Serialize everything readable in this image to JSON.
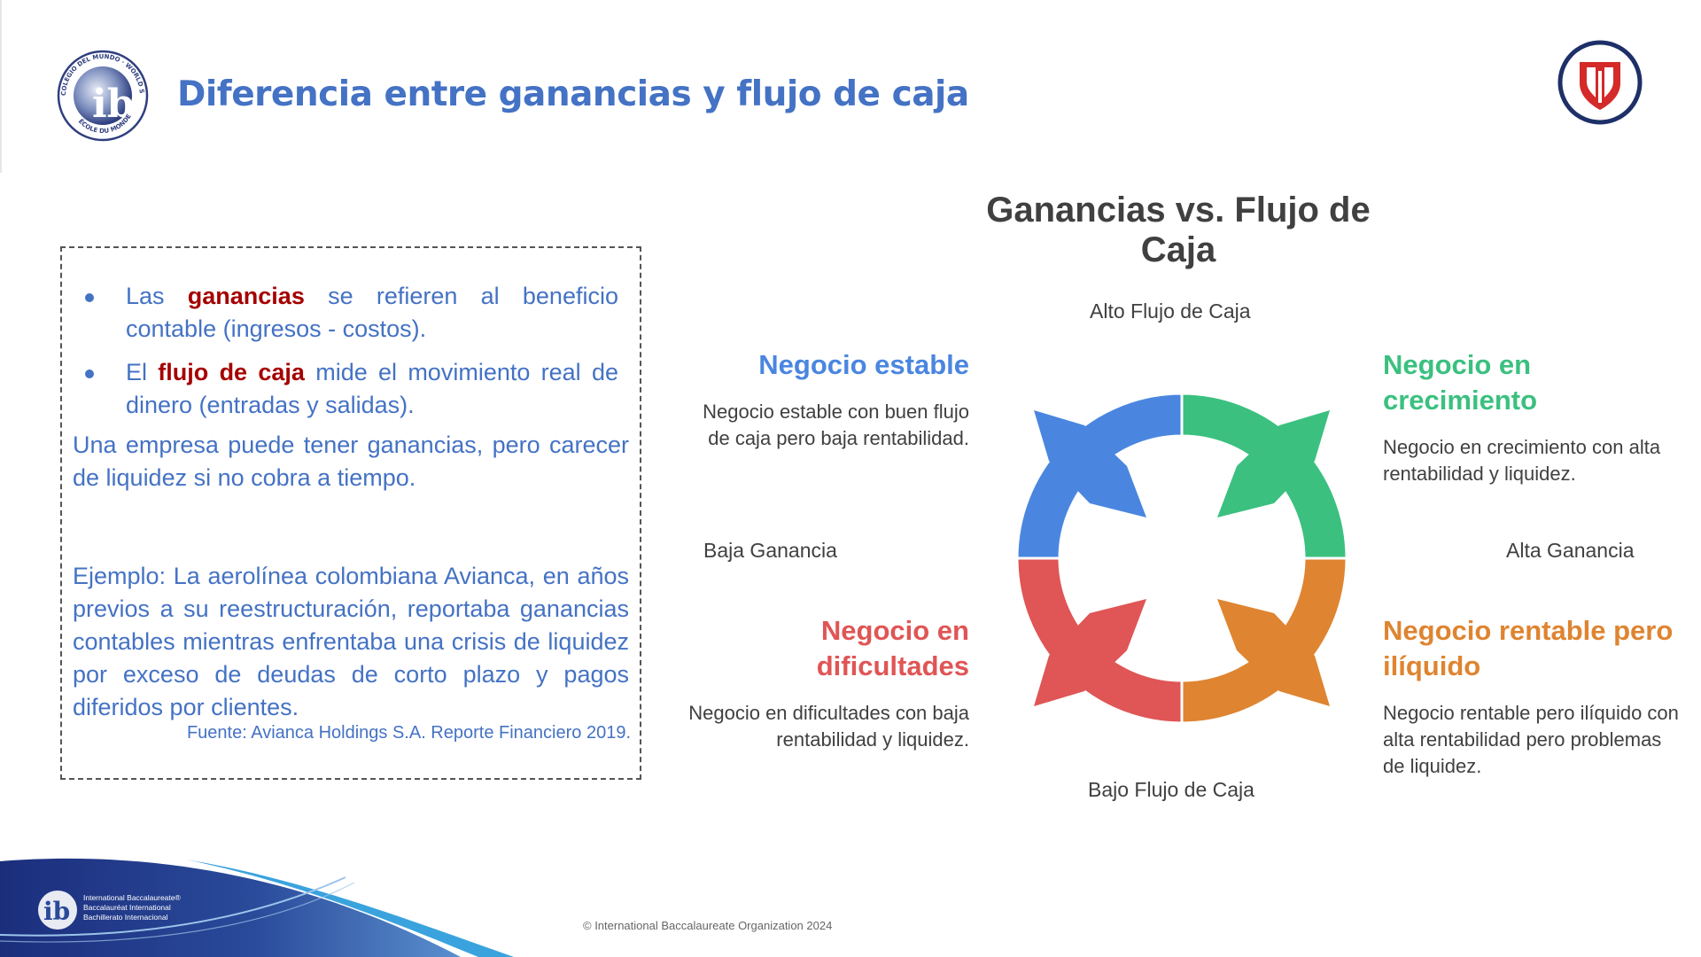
{
  "header": {
    "title": "Diferencia entre ganancias y flujo de caja",
    "ib_seal_text_top": "COLEGIO DEL MUNDO · WORLD SCHOOL",
    "ib_seal_text_bottom": "ÉCOLE DU MONDE",
    "ib_letters": "ib"
  },
  "text_box": {
    "bullets": [
      {
        "pre": "Las ",
        "highlight": "ganancias",
        "post": " se refieren al beneficio contable (ingresos - costos)."
      },
      {
        "pre": "El ",
        "highlight": "flujo de caja",
        "post": " mide el movimiento real de dinero (entradas y salidas)."
      }
    ],
    "paragraph": "Una empresa puede tener ganancias, pero carecer de liquidez si no cobra a tiempo.",
    "example": "Ejemplo: La aerolínea colombiana Avianca, en años previos a su reestructuración, reportaba ganancias contables mientras enfrentaba una crisis de liquidez por exceso de deudas de corto plazo y pagos diferidos por clientes.",
    "source": "Fuente: Avianca Holdings S.A. Reporte Financiero 2019."
  },
  "diagram": {
    "title": "Ganancias vs. Flujo de Caja",
    "axes": {
      "top": "Alto Flujo de Caja",
      "bottom": "Bajo Flujo de Caja",
      "left": "Baja Ganancia",
      "right": "Alta Ganancia"
    },
    "quadrants": {
      "top_left": {
        "title": "Negocio estable",
        "description": "Negocio estable con buen flujo de caja pero baja rentabilidad.",
        "color": "#4a86e0"
      },
      "top_right": {
        "title": "Negocio en crecimiento",
        "description": "Negocio en crecimiento con alta rentabilidad y liquidez.",
        "color": "#3bc07f"
      },
      "bottom_left": {
        "title": "Negocio en dificultades",
        "description": "Negocio en dificultades con baja rentabilidad y liquidez.",
        "color": "#e05555"
      },
      "bottom_right": {
        "title": "Negocio rentable pero ilíquido",
        "description": "Negocio rentable pero ilíquido con alta rentabilidad pero problemas de liquidez.",
        "color": "#df8430"
      }
    }
  },
  "footer": {
    "ib_lines": [
      "International Baccalaureate®",
      "Baccalauréat International",
      "Bachillerato Internacional"
    ],
    "copyright": "© International Baccalaureate Organization 2024"
  }
}
